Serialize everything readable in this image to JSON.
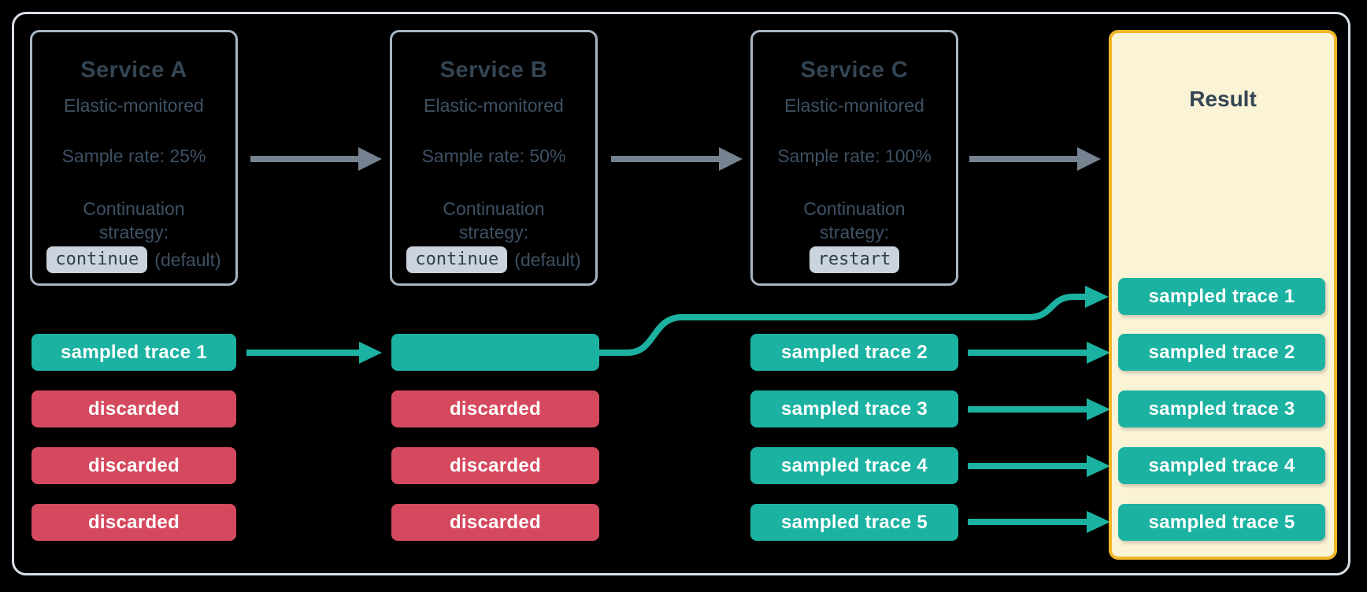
{
  "colors": {
    "background": "#000000",
    "outer_border": "#D8DFE6",
    "service_border": "#A9B6C2",
    "title_text": "#344553",
    "body_text": "#3E5164",
    "chip_bg": "#CBD4DD",
    "chip_text": "#2E3F4D",
    "sampled": "#1CB2A2",
    "discarded": "#D5495E",
    "arrow_gray": "#75828F",
    "result_bg": "#FBF3D6",
    "result_border": "#F0B629",
    "trace_text": "#FFFFFF"
  },
  "services": [
    {
      "name": "Service A",
      "monitoring": "Elastic-monitored",
      "sample_rate": "Sample rate: 25%",
      "continuation_line1": "Continuation",
      "continuation_line2": "strategy:",
      "strategy": "continue",
      "strategy_note": "(default)"
    },
    {
      "name": "Service B",
      "monitoring": "Elastic-monitored",
      "sample_rate": "Sample rate: 50%",
      "continuation_line1": "Continuation",
      "continuation_line2": "strategy:",
      "strategy": "continue",
      "strategy_note": "(default)"
    },
    {
      "name": "Service C",
      "monitoring": "Elastic-monitored",
      "sample_rate": "Sample rate: 100%",
      "continuation_line1": "Continuation",
      "continuation_line2": "strategy:",
      "strategy": "restart",
      "strategy_note": ""
    }
  ],
  "lanes": {
    "service_a": [
      {
        "label": "sampled trace 1",
        "status": "sampled"
      },
      {
        "label": "discarded",
        "status": "discarded"
      },
      {
        "label": "discarded",
        "status": "discarded"
      },
      {
        "label": "discarded",
        "status": "discarded"
      }
    ],
    "service_b": [
      {
        "label": "",
        "status": "sampled"
      },
      {
        "label": "discarded",
        "status": "discarded"
      },
      {
        "label": "discarded",
        "status": "discarded"
      },
      {
        "label": "discarded",
        "status": "discarded"
      }
    ],
    "service_c": [
      {
        "label": "sampled trace 2",
        "status": "sampled"
      },
      {
        "label": "sampled trace 3",
        "status": "sampled"
      },
      {
        "label": "sampled trace 4",
        "status": "sampled"
      },
      {
        "label": "sampled trace 5",
        "status": "sampled"
      }
    ]
  },
  "result": {
    "title": "Result",
    "traces": [
      {
        "label": "sampled trace 1"
      },
      {
        "label": "sampled trace 2"
      },
      {
        "label": "sampled trace 3"
      },
      {
        "label": "sampled trace 4"
      },
      {
        "label": "sampled trace 5"
      }
    ]
  }
}
